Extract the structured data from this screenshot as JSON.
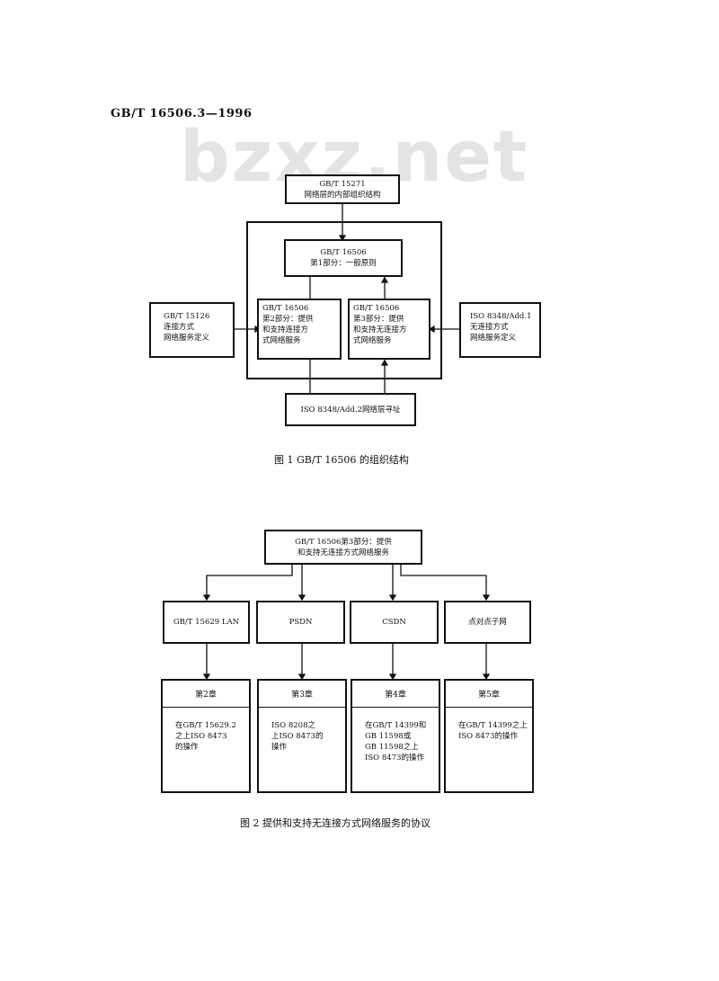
{
  "header": {
    "standard_no": "GB/T 16506.3—1996"
  },
  "watermark": "bzxz.net",
  "figure1": {
    "caption": "图 1   GB/T 16506 的组织结构",
    "top_box": "GB/T 15271\n网络层的内部组织结构",
    "part1_box": "GB/T 16506\n第1部分：一般原则",
    "part2_box": "GB/T 16506\n第2部分：提供\n和支持连接方\n式网络服务",
    "part3_box": "GB/T 16506\n第3部分：提供\n和支持无连接方\n式网络服务",
    "left_box": "GB/T 15126\n连接方式\n网络服务定义",
    "right_box": "ISO 8348/Add.1\n无连接方式\n网络服务定义",
    "bottom_box": "ISO 8348/Add.2网络层寻址"
  },
  "figure2": {
    "caption": "图 2   提供和支持无连接方式网络服务的协议",
    "root_box": "GB/T 16506第3部分：提供\n和支持无连接方式网络服务",
    "networks": [
      {
        "label": "GB/T 15629 LAN",
        "chapter": "第2章",
        "text": "在GB/T 15629.2\n之上ISO 8473\n的操作"
      },
      {
        "label": "PSDN",
        "chapter": "第3章",
        "text": "ISO 8208之\n上ISO 8473的\n操作"
      },
      {
        "label": "CSDN",
        "chapter": "第4章",
        "text": "在GB/T 14399和\nGB 11598或\nGB 11598之上\nISO 8473的操作"
      },
      {
        "label": "点对点子网",
        "chapter": "第5章",
        "text": "在GB/T 14399之上\nISO 8473的操作"
      }
    ]
  }
}
